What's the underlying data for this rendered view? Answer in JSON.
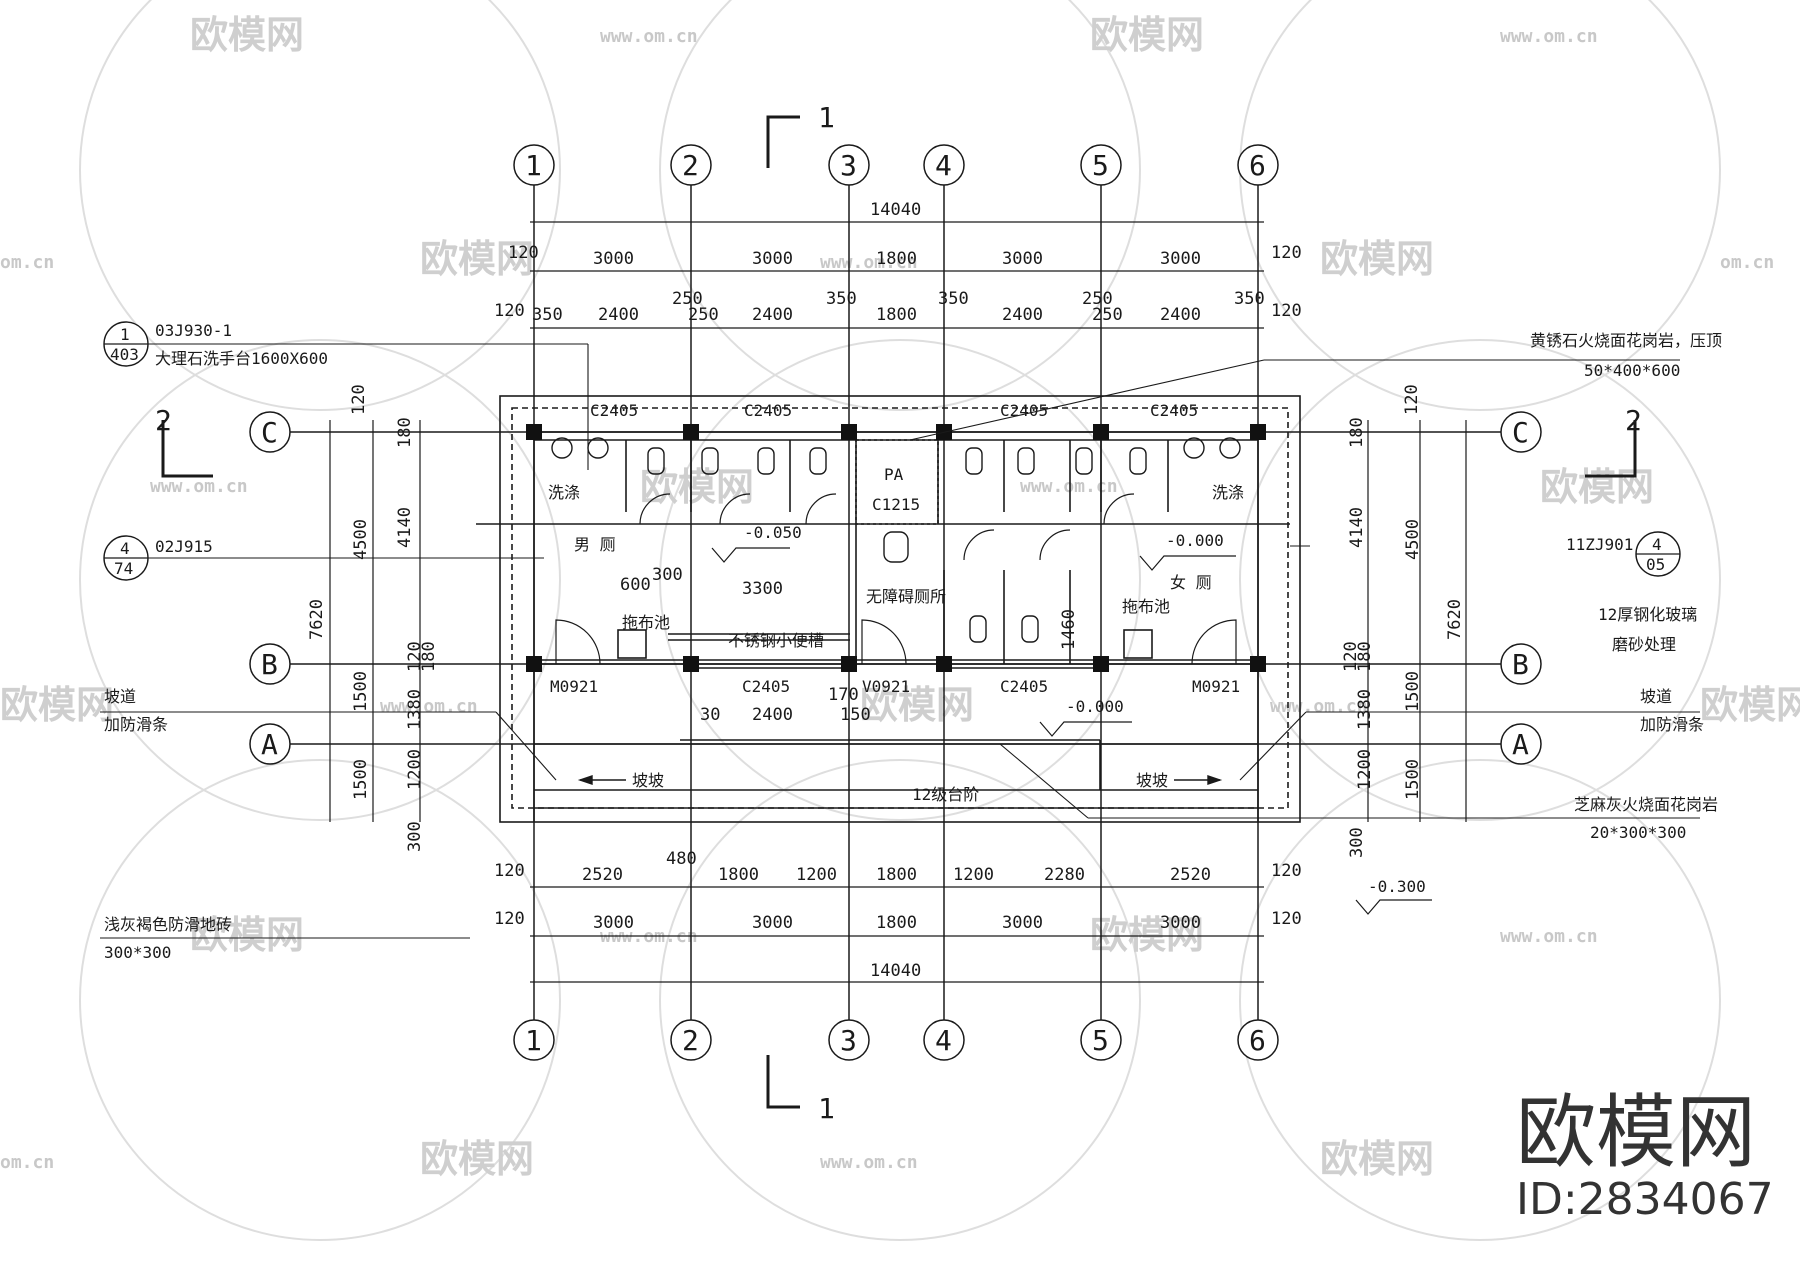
{
  "watermark": {
    "brand": "欧模网",
    "url": "www.om.cn",
    "url_partial": "om.cn",
    "brand_big": "欧模网",
    "id_text": "ID:2834067"
  },
  "section_marks": {
    "s1": "1",
    "s2": "2"
  },
  "axes": {
    "cols": [
      "1",
      "2",
      "3",
      "4",
      "5",
      "6"
    ],
    "rows": [
      "C",
      "B",
      "A"
    ]
  },
  "dims_top": {
    "total": "14040",
    "row2": [
      "120",
      "3000",
      "3000",
      "1800",
      "3000",
      "3000",
      "120"
    ],
    "row3": [
      "120",
      "350",
      "2400",
      "250",
      "250",
      "2400",
      "350",
      "1800",
      "350",
      "2400",
      "250",
      "250",
      "2400",
      "350",
      "120"
    ]
  },
  "dims_bottom": {
    "row1": [
      "120",
      "2520",
      "480",
      "1800",
      "1200",
      "1800",
      "1200",
      "2280",
      "2520",
      "120"
    ],
    "row2": [
      "120",
      "3000",
      "3000",
      "1800",
      "3000",
      "3000",
      "120"
    ],
    "total": "14040"
  },
  "dims_left": [
    "120",
    "180",
    "4140",
    "4500",
    "7620",
    "120",
    "180",
    "1380",
    "1500",
    "1200",
    "1500",
    "300"
  ],
  "dims_right": [
    "120",
    "180",
    "4140",
    "4500",
    "7620",
    "120",
    "180",
    "1380",
    "1500",
    "1200",
    "1500",
    "300"
  ],
  "notes": {
    "detail1_top": "1",
    "detail1_bottom": "403",
    "detail1_code": "03J930-1",
    "detail1_text": "大理石洗手台1600X600",
    "detail2_top": "4",
    "detail2_bottom": "74",
    "detail2_code": "02J915",
    "detail3_top": "4",
    "detail3_bottom": "05",
    "detail3_code": "11ZJ901",
    "coping": "黄锈石火烧面花岗岩，压顶",
    "coping_size": "50*400*600",
    "glass": "12厚钢化玻璃",
    "glass2": "磨砂处理",
    "ramp_l": "坡道",
    "ramp_l2": "加防滑条",
    "ramp_r": "坡道",
    "ramp_r2": "加防滑条",
    "tile": "浅灰褐色防滑地砖",
    "tile_size": "300*300",
    "granite": "芝麻灰火烧面花岗岩",
    "granite_size": "20*300*300"
  },
  "windows": [
    "C2405",
    "C2405",
    "C2405",
    "C2405",
    "C2405",
    "C2405"
  ],
  "doors": [
    "M0921",
    "V0921",
    "M0921"
  ],
  "rooms": {
    "men": "男 厕",
    "women": "女 厕",
    "accessible": "无障碍厕所",
    "pa": "PA",
    "c1215": "C1215",
    "mop_l": "拖布池",
    "mop_r": "拖布池",
    "wash_l": "洗涤",
    "wash_r": "洗涤",
    "urinal": "不锈钢小便槽",
    "steps": "12级台阶",
    "ramp_l": "坡坡",
    "ramp_r": "坡坡"
  },
  "inner_dims": {
    "d600": "600",
    "d300": "300",
    "d3300": "3300",
    "d1460": "1460",
    "d170": "170",
    "d30": "30",
    "d2400": "2400",
    "d150": "150"
  },
  "levels": {
    "l1": "-0.050",
    "l2": "-0.000",
    "l3": "-0.000",
    "l4": "-0.300"
  }
}
